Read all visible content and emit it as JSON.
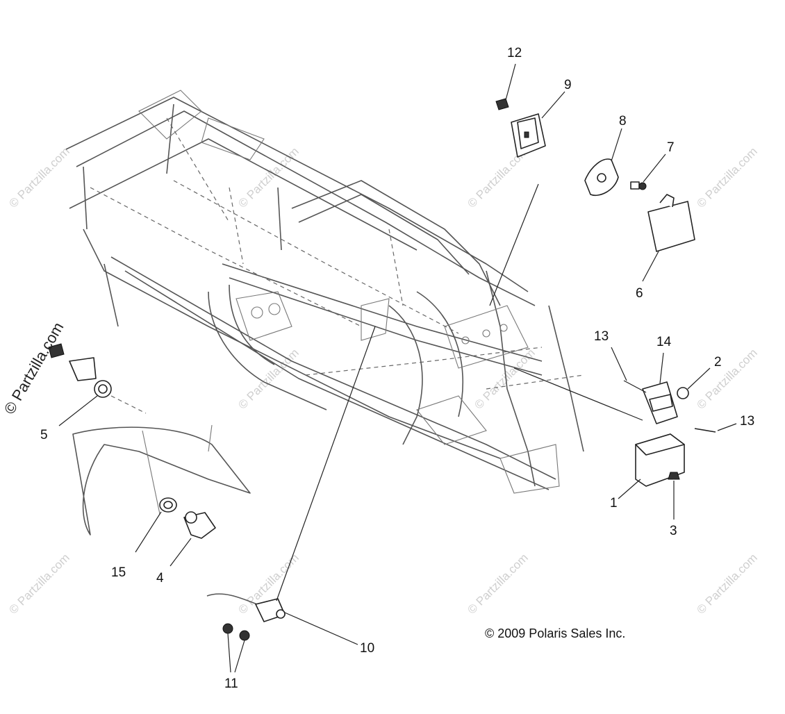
{
  "diagram": {
    "copyright": "© 2009 Polaris Sales Inc.",
    "side_watermark": "© Partzilla.com",
    "watermark_text": "© Partzilla.com",
    "callouts": {
      "c1": "1",
      "c2": "2",
      "c3": "3",
      "c4": "4",
      "c5": "5",
      "c6": "6",
      "c7": "7",
      "c8": "8",
      "c9": "9",
      "c10": "10",
      "c11": "11",
      "c12": "12",
      "c13a": "13",
      "c13b": "13",
      "c14": "14",
      "c15": "15"
    }
  }
}
